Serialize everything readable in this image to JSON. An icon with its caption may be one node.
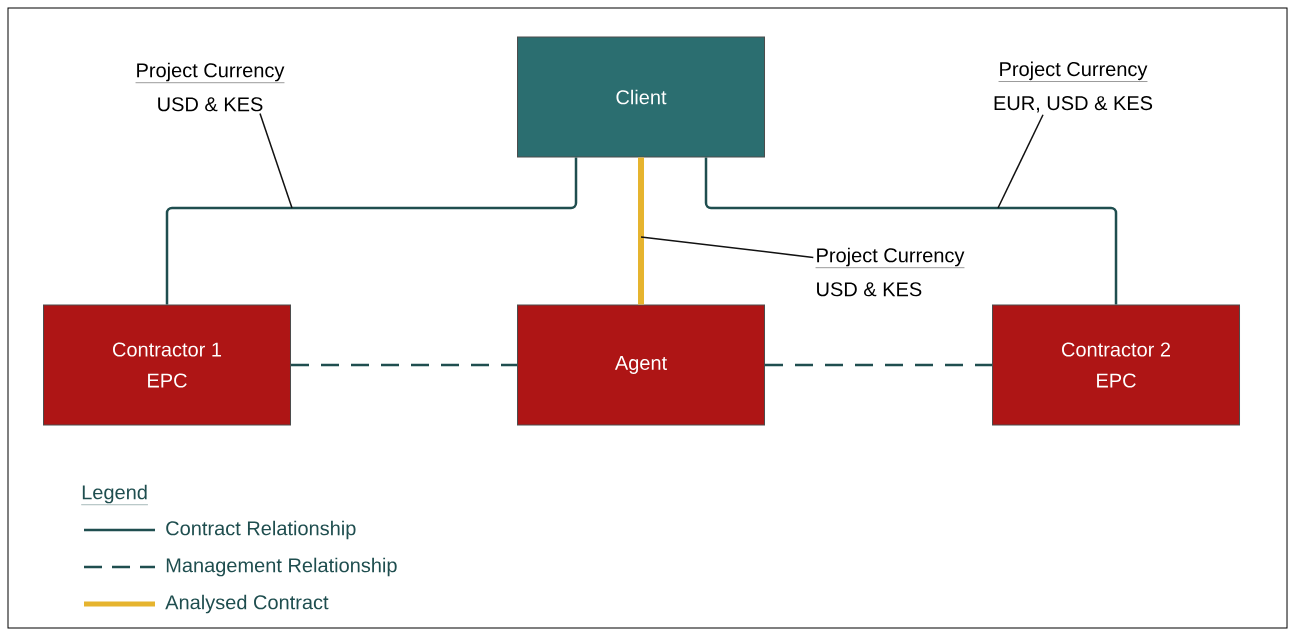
{
  "diagram": {
    "nodes": [
      {
        "text": [
          "Client"
        ]
      },
      {
        "text": [
          "Contractor 1",
          "EPC"
        ]
      },
      {
        "text": [
          "Agent"
        ]
      },
      {
        "text": [
          "Contractor 2",
          "EPC"
        ]
      },
      {
        "text": [
          "Project Currency",
          "USD & KES"
        ]
      },
      {
        "text": [
          "Project Currency",
          "EUR, USD & KES"
        ]
      },
      {
        "text": [
          "Project Currency",
          "USD & KES"
        ]
      }
    ],
    "edges": [
      {
        "from": 0,
        "to": 1,
        "arrow": "none"
      },
      {
        "from": 0,
        "to": 3,
        "arrow": "none"
      },
      {
        "from": 0,
        "to": 2,
        "arrow": "none",
        "style": "thick",
        "color": "#e6b42e"
      },
      {
        "from": 1,
        "to": 2,
        "arrow": "none",
        "style": "dashed"
      },
      {
        "from": 2,
        "to": 3,
        "arrow": "none",
        "style": "dashed"
      },
      {
        "from": 4,
        "to": null,
        "arrow": "none",
        "color": "#111111"
      },
      {
        "from": 5,
        "to": null,
        "arrow": "none",
        "color": "#111111"
      },
      {
        "from": 6,
        "to": null,
        "arrow": "none",
        "color": "#111111"
      }
    ],
    "labels": [
      "Legend"
    ],
    "legend": [
      {
        "text": "Contract Relationship"
      },
      {
        "text": "Management Relationship"
      },
      {
        "text": "Analysed Contract"
      }
    ]
  }
}
